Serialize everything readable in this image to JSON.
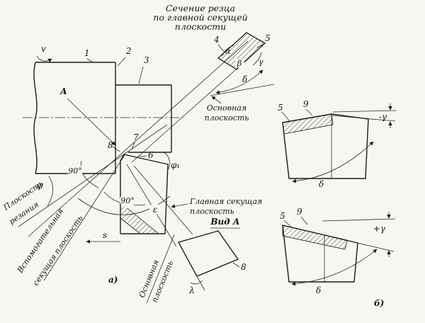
{
  "title": {
    "line1": "Сечение резца",
    "line2": "по главной секущей",
    "line3": "плоскости"
  },
  "labels": {
    "v": "v",
    "A": "А",
    "s": "s",
    "n1": "1",
    "n2": "2",
    "n3": "3",
    "n4": "4",
    "n5": "5",
    "n6": "6",
    "n7": "7",
    "n8": "8",
    "n9": "9",
    "alpha": "α",
    "beta": "β",
    "gamma": "γ",
    "delta": "δ",
    "neg_gamma": "-γ",
    "pos_gamma": "+γ",
    "phi": "φ",
    "phi1": "φ₁",
    "epsilon": "ε",
    "lambda": "λ",
    "deg90": "90°"
  },
  "texts": {
    "main_plane_l1": "Основная",
    "main_plane_l2": "плоскость",
    "main_secant_l1": "Главная секущая",
    "main_secant_l2": "плоскость",
    "view_a": "Вид А",
    "cutting_plane_l1": "Плоскость",
    "cutting_plane_l2": "резания",
    "aux_secant_l1": "Вспомогательная",
    "aux_secant_l2": "секущая плоскость",
    "fig_a": "а)",
    "fig_b": "б)"
  }
}
